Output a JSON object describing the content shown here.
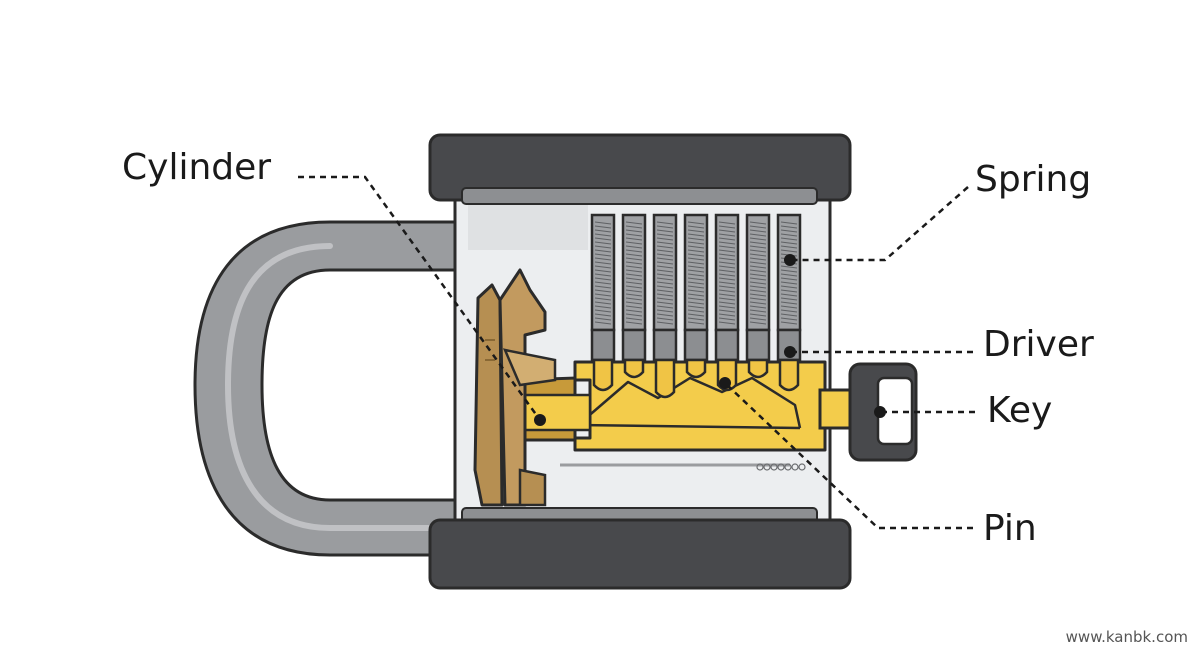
{
  "labels": {
    "cylinder": "Cylinder",
    "spring": "Spring",
    "driver": "Driver",
    "key": "Key",
    "pin": "Pin"
  },
  "watermark": "www.kanbk.com",
  "colors": {
    "shackle": "#9a9c9f",
    "body_dark": "#48494c",
    "frame_light": "#eceef0",
    "spring_gray": "#9fa1a4",
    "key_gold": "#f3cc4b",
    "cylinder_brown": "#b68f52",
    "leader_line": "#1a1a1a"
  },
  "icons": [
    "padlock-cutaway-illustration",
    "spring-stack",
    "pin-stack",
    "key-blade"
  ]
}
